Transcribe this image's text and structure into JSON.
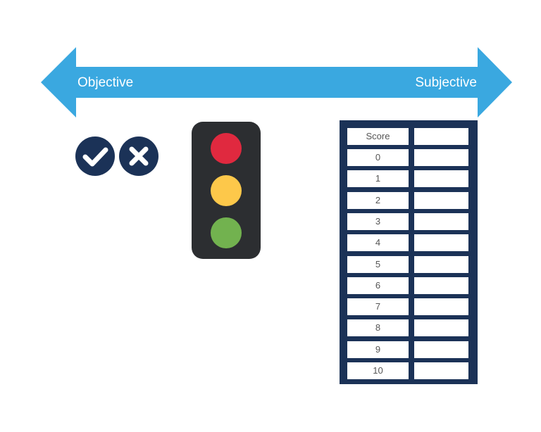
{
  "spectrum": {
    "left_label": "Objective",
    "right_label": "Subjective",
    "color": "#3aa8e0"
  },
  "icons": {
    "check": "checkmark-icon",
    "cross": "cross-icon",
    "circle_color": "#1b3257"
  },
  "traffic_light": {
    "body_color": "#2c2e31",
    "lamps": [
      {
        "name": "red",
        "color": "#e0293f"
      },
      {
        "name": "yellow",
        "color": "#fdc84a"
      },
      {
        "name": "green",
        "color": "#72b24f"
      }
    ]
  },
  "score_table": {
    "header": "Score",
    "rows": [
      "0",
      "1",
      "2",
      "3",
      "4",
      "5",
      "6",
      "7",
      "8",
      "9",
      "10"
    ],
    "frame_color": "#1b3257"
  }
}
